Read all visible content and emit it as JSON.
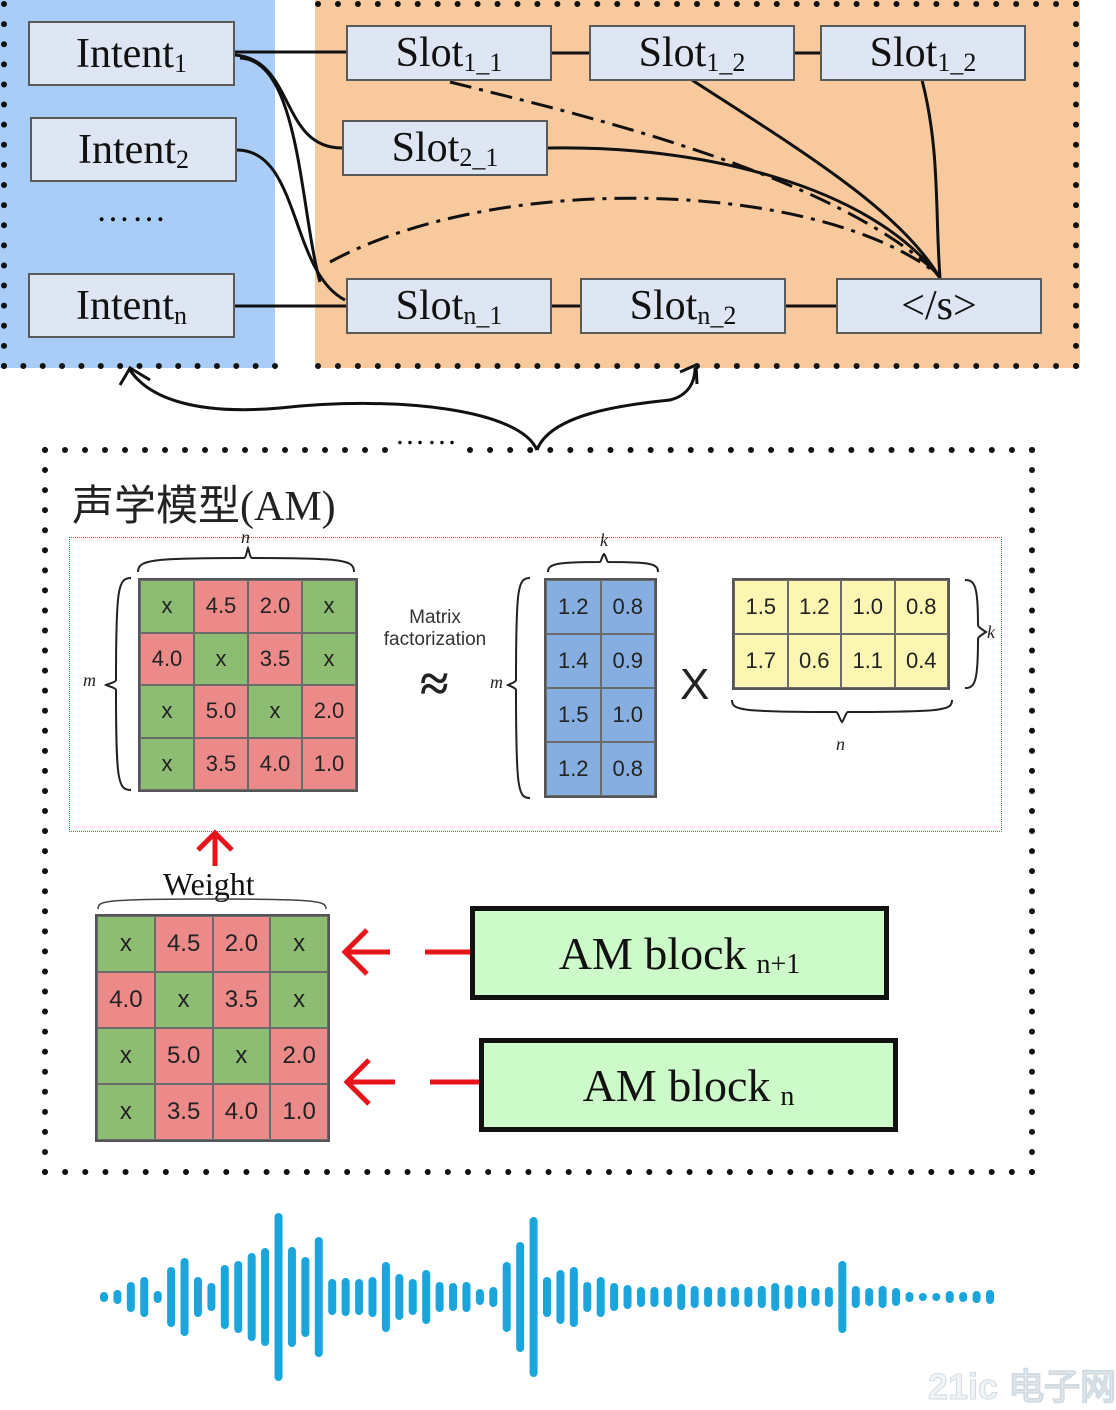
{
  "intents": [
    {
      "base": "Intent",
      "sub": "1"
    },
    {
      "base": "Intent",
      "sub": "2"
    },
    {
      "base": "Intent",
      "sub": "n"
    }
  ],
  "intent_ellipsis": "……",
  "slots": {
    "s11": {
      "base": "Slot",
      "sub": "1_1"
    },
    "s12a": {
      "base": "Slot",
      "sub": "1_2"
    },
    "s12b": {
      "base": "Slot",
      "sub": "1_2"
    },
    "s21": {
      "base": "Slot",
      "sub": "2_1"
    },
    "sn1": {
      "base": "Slot",
      "sub": "n_1"
    },
    "sn2": {
      "base": "Slot",
      "sub": "n_2"
    },
    "end": "</s>"
  },
  "middle_ellipsis": "……",
  "am_title": "声学模型(AM)",
  "factorization": {
    "label_line1": "Matrix",
    "label_line2": "factorization",
    "approx": "≈",
    "times": "X",
    "dim_n": "n",
    "dim_m": "m",
    "dim_k": "k",
    "rating_matrix": [
      [
        "x",
        "4.5",
        "2.0",
        "x"
      ],
      [
        "4.0",
        "x",
        "3.5",
        "x"
      ],
      [
        "x",
        "5.0",
        "x",
        "2.0"
      ],
      [
        "x",
        "3.5",
        "4.0",
        "1.0"
      ]
    ],
    "user_matrix": [
      [
        "1.2",
        "0.8"
      ],
      [
        "1.4",
        "0.9"
      ],
      [
        "1.5",
        "1.0"
      ],
      [
        "1.2",
        "0.8"
      ]
    ],
    "item_matrix": [
      [
        "1.5",
        "1.2",
        "1.0",
        "0.8"
      ],
      [
        "1.7",
        "0.6",
        "1.1",
        "0.4"
      ]
    ]
  },
  "weight_label": "Weight",
  "am_blocks": [
    {
      "base": "AM block",
      "sub": "n+1"
    },
    {
      "base": "AM block",
      "sub": "n"
    }
  ],
  "colors": {
    "intent_panel": "#a9cdf7",
    "slot_panel": "#f9c99e",
    "box_fill": "#dde6f2",
    "known_cell": "#ec8a8a",
    "unknown_cell": "#8dbd72",
    "user_matrix": "#86aee0",
    "item_matrix": "#fbf6b2",
    "am_block": "#ccfac8",
    "arrow_red": "#e8141b",
    "waveform": "#1aa6dc"
  },
  "watermark": "21ic 电子网"
}
